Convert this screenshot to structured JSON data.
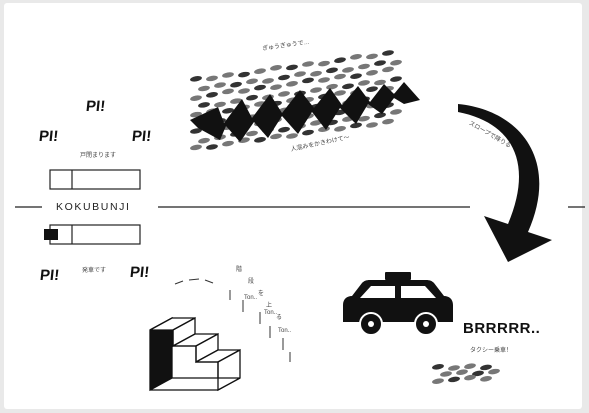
{
  "pi_sound": "PI!",
  "pi_sound_alt": "PI!",
  "station_name": "KOKUBUNJI",
  "doors_closing_text": "戸閉まります",
  "departure_text": "発車です",
  "slope_text": "スロープで降りる",
  "crowd_top_text": "ぎゅうぎゅうで…",
  "crowd_bottom_text": "人混みをかきわけて～",
  "stairs_text_vertical": [
    "階",
    "段",
    "を",
    "上",
    "る"
  ],
  "stairs_tap": [
    "Ton..",
    "Ton..",
    "Ton.."
  ],
  "taxi_sound": "BRRRRR..",
  "taxi_caption": "タクシー乗車！",
  "colors": {
    "ink": "#111111",
    "paper": "#ffffff",
    "background": "#e9e9e9"
  },
  "icons": [
    "zigzag-arrow-icon",
    "curved-arrow-icon",
    "train-car-icon",
    "stairs-icon",
    "taxi-icon",
    "footprint-icon"
  ]
}
